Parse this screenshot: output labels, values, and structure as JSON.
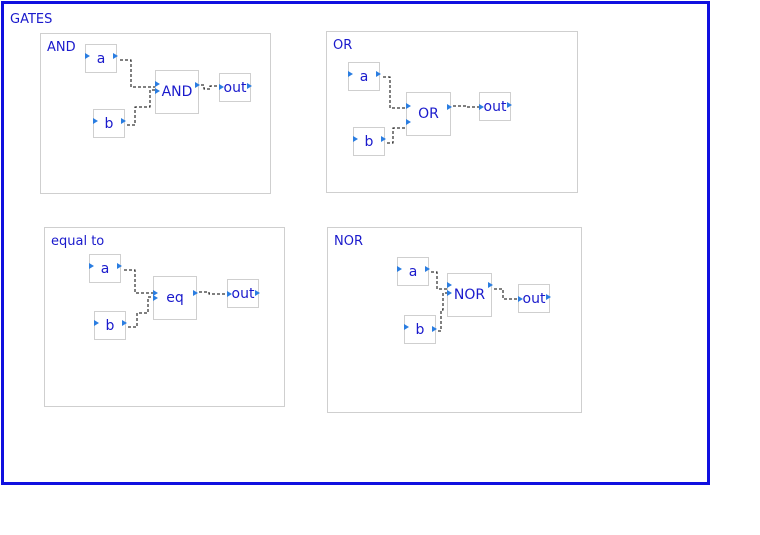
{
  "diagram": {
    "title": "GATES",
    "groups": [
      {
        "title": "AND",
        "nodes": {
          "a": "a",
          "b": "b",
          "gate": "AND",
          "out": "out"
        }
      },
      {
        "title": "OR",
        "nodes": {
          "a": "a",
          "b": "b",
          "gate": "OR",
          "out": "out"
        }
      },
      {
        "title": "equal to",
        "nodes": {
          "a": "a",
          "b": "b",
          "gate": "eq",
          "out": "out"
        }
      },
      {
        "title": "NOR",
        "nodes": {
          "a": "a",
          "b": "b",
          "gate": "NOR",
          "out": "out"
        }
      }
    ],
    "colors": {
      "frame": "#1010e0",
      "text": "#1a1acc",
      "port": "#2a7de1",
      "border": "#cfcfcf",
      "wire": "#000000"
    }
  }
}
